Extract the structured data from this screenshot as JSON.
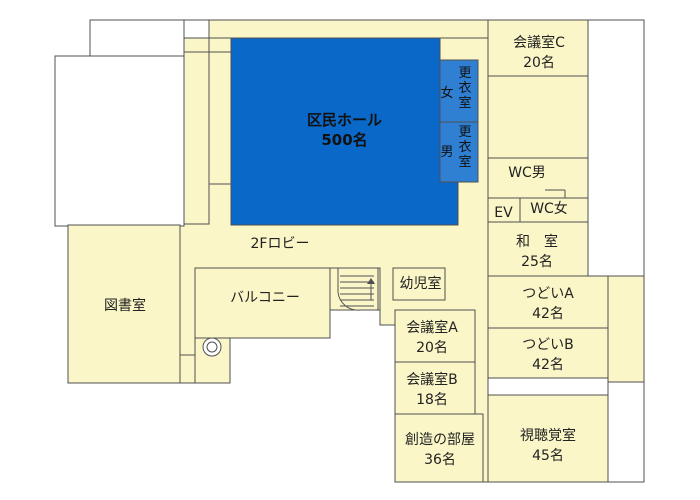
{
  "colors": {
    "floor": "#FAF6C8",
    "wall": "#505050",
    "hall": "#0A69C8",
    "changing_room": "#2F7FD2",
    "outside": "#FFFFFF"
  },
  "rooms": {
    "hall_name": "区民ホール",
    "hall_capacity": "500名",
    "changing_female_side": "女",
    "changing_female_main": "更衣室",
    "changing_male_side": "男",
    "changing_male_main": "更衣室",
    "conf_c_name": "会議室C",
    "conf_c_capacity": "20名",
    "wc_male": "WC男",
    "wc_female": "WC女",
    "ev": "EV",
    "japanese_room_name": "和　室",
    "japanese_room_capacity": "25名",
    "lobby": "2Fロビー",
    "library": "図書室",
    "balcony": "バルコニー",
    "nursery": "幼児室",
    "tsudoi_a_name": "つどいA",
    "tsudoi_a_capacity": "42名",
    "tsudoi_b_name": "つどいB",
    "tsudoi_b_capacity": "42名",
    "conf_a_name": "会議室A",
    "conf_a_capacity": "20名",
    "conf_b_name": "会議室B",
    "conf_b_capacity": "18名",
    "creation_room_name": "創造の部屋",
    "creation_room_capacity": "36名",
    "av_room_name": "視聴覚室",
    "av_room_capacity": "45名"
  }
}
